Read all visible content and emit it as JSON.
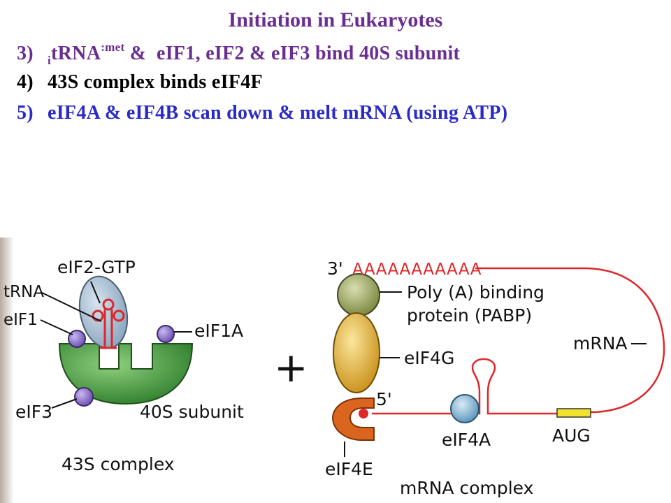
{
  "header": {
    "title": "Initiation in Eukaryotes",
    "step3": {
      "num": "3)",
      "sub": "i",
      "main": "tRNA",
      "sup": ":met",
      "rest": " &  eIF1, eIF2 & eIF3 bind 40S subunit"
    },
    "step4": {
      "num": "4)",
      "text": "43S complex binds eIF4F"
    },
    "step5": {
      "num": "5)",
      "text": "eIF4A & eIF4B scan down & melt mRNA (using ATP)"
    }
  },
  "left_panel": {
    "eif2_gtp": "eIF2-GTP",
    "trna": "tRNA",
    "eif1": "eIF1",
    "eif1a": "eIF1A",
    "eif3": "eIF3",
    "subunit": "40S subunit",
    "complex": "43S complex"
  },
  "plus": "+",
  "right_panel": {
    "three_prime": "3'",
    "polya": "AAAAAAAAAAA",
    "pabp_line1": "Poly (A) binding",
    "pabp_line2": "protein (PABP)",
    "mrna": "mRNA",
    "eif4g": "eIF4G",
    "five_prime": "5'",
    "eif4a": "eIF4A",
    "aug": "AUG",
    "eif4e": "eIF4E",
    "complex": "mRNA complex"
  },
  "colors": {
    "title": "#6a2d91",
    "step3": "#6a2d91",
    "step4": "#000000",
    "step5": "#2a2ac8",
    "ribosome": "#3f9a3a",
    "trna": "#d8292e",
    "eif": "#8a6fc9",
    "eif2": "#a9c0d6",
    "pabp": "#a9b46a",
    "eif4g": "#e0b234",
    "eif4e": "#d9651f",
    "eif4a": "#7fb7d6",
    "mrna": "#e0262a",
    "aug": "#f2e230"
  }
}
